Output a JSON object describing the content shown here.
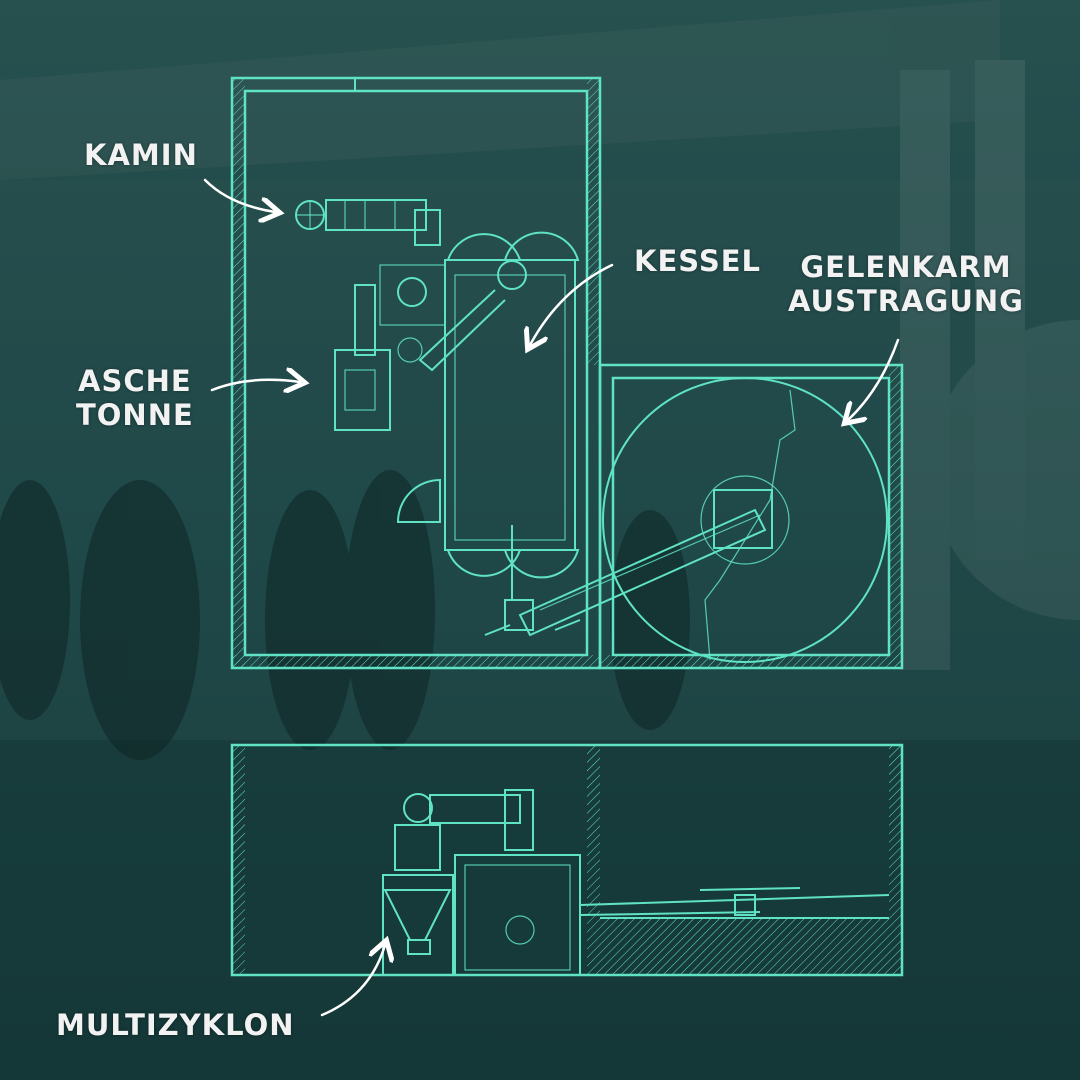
{
  "labels": {
    "kamin": "KAMIN",
    "kessel": "KESSEL",
    "gelenkarm_line1": "GELENKARM",
    "gelenkarm_line2": "AUSTRAGUNG",
    "asche_line1": "ASCHE",
    "asche_line2": "TONNE",
    "multizyklon": "MULTIZYKLON"
  },
  "colors": {
    "background": "#163f40",
    "blueprint": "#5fe3c4",
    "label": "#f2f2f2"
  }
}
